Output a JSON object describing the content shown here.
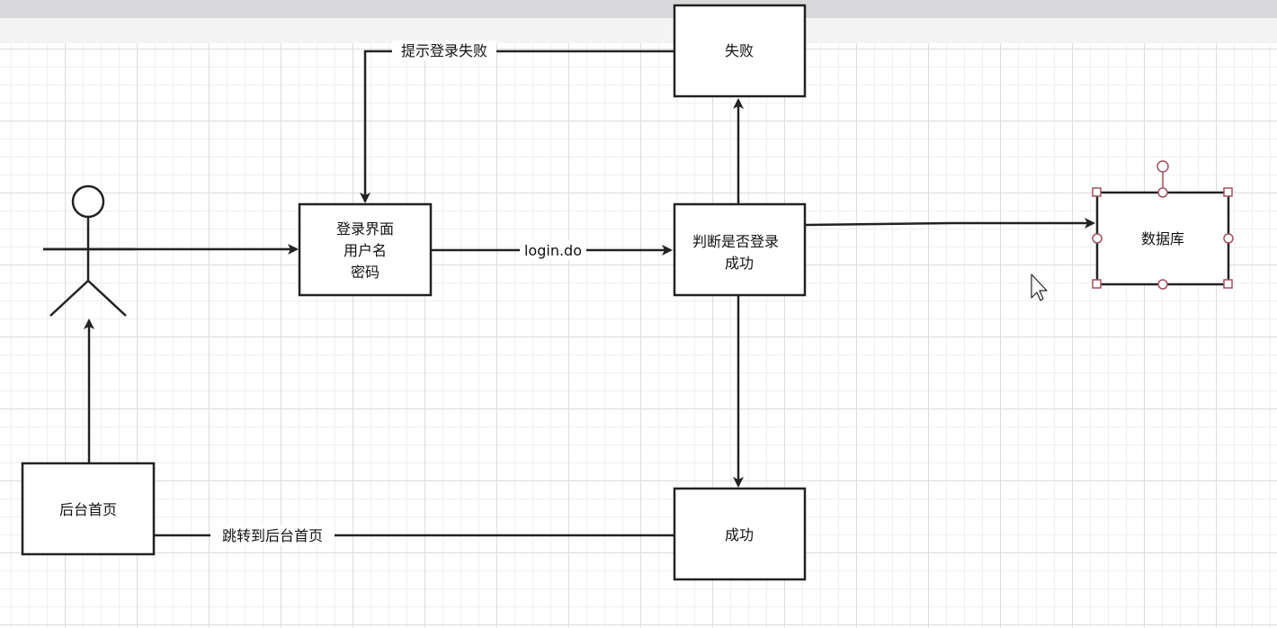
{
  "nodes": {
    "fail": "失败",
    "login_line1": "登录界面",
    "login_line2": "用户名",
    "login_line3": "密码",
    "judge_line1": "判断是否登录",
    "judge_line2": "成功",
    "database": "数据库",
    "admin_home": "后台首页",
    "success": "成功"
  },
  "edges": {
    "fail_to_login": "提示登录失败",
    "login_to_judge": "login.do",
    "success_to_home": "跳转到后台首页"
  },
  "colors": {
    "stroke": "#222222",
    "selection": "#a0525b"
  }
}
